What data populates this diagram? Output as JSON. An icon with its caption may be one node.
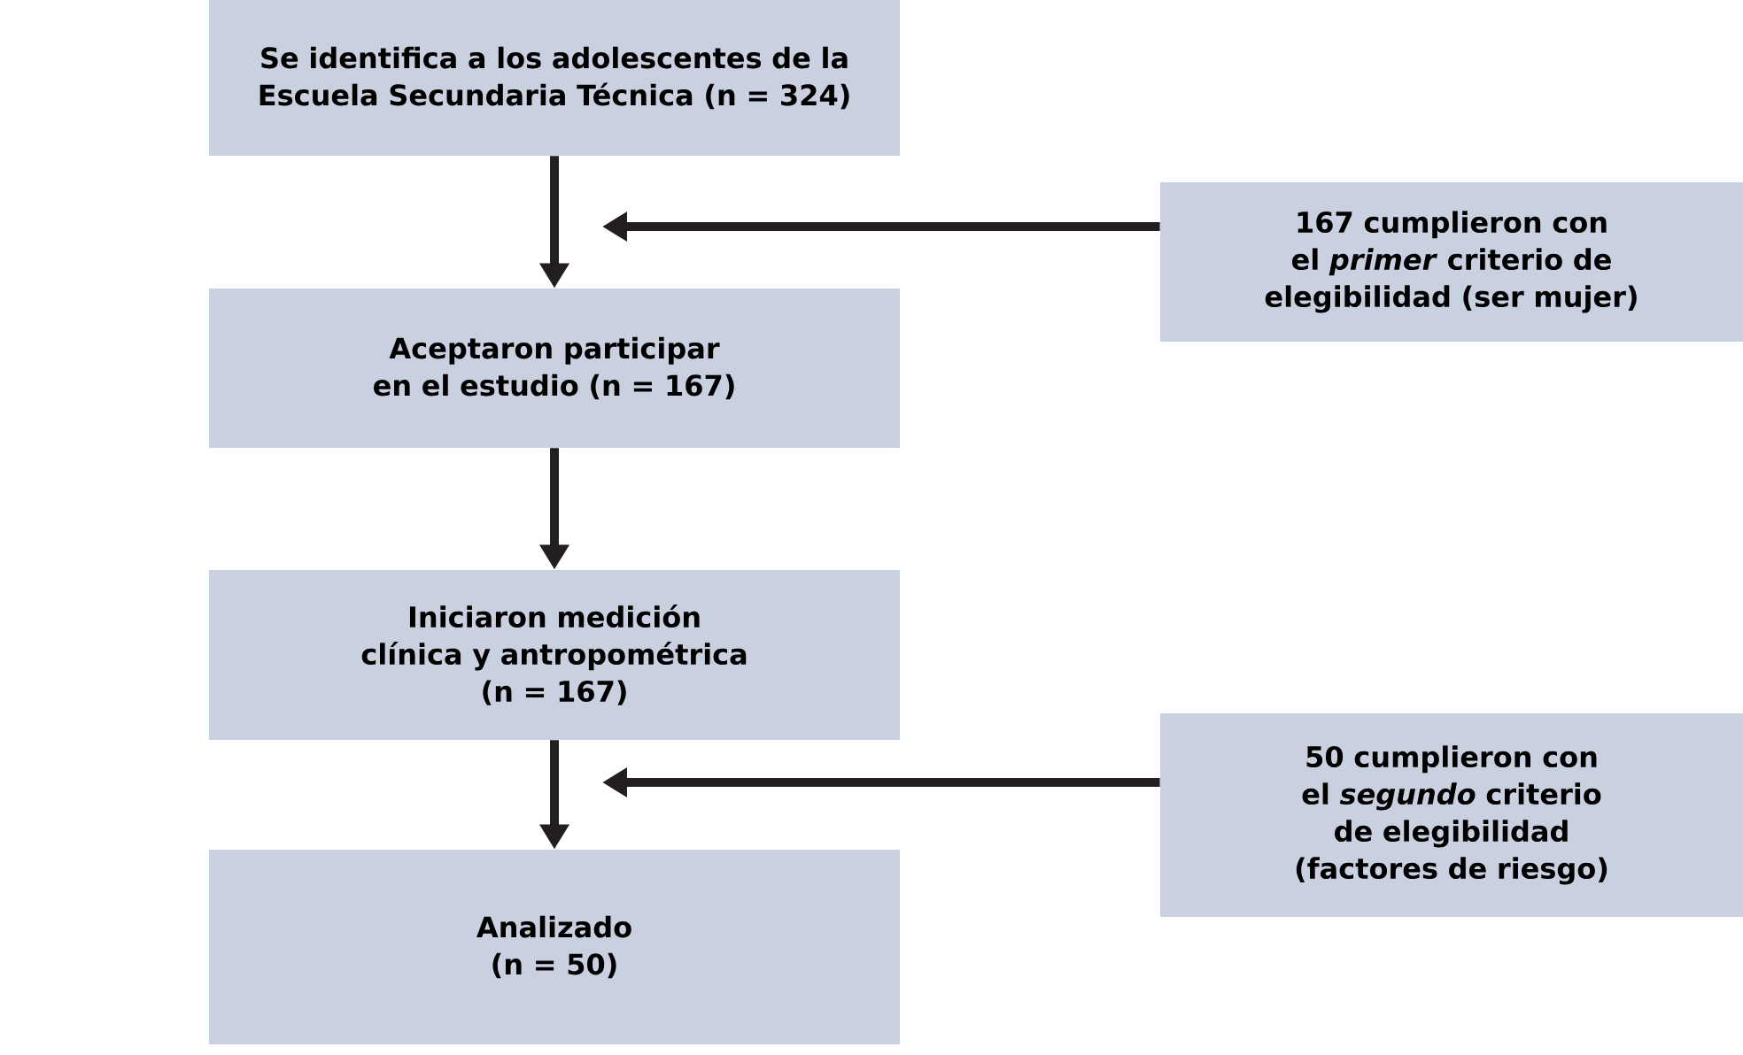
{
  "diagram": {
    "nodes": [
      {
        "text": [
          "Se identifica a los adolescentes de la Escuela Secundaria Técnica (n = 324)"
        ]
      },
      {
        "text": [
          "167 cumplieron con el *primer* criterio de elegibilidad (ser mujer)"
        ]
      },
      {
        "text": [
          "Aceptaron participar en el estudio (n = 167)"
        ]
      },
      {
        "text": [
          "Iniciaron medición clínica y antropométrica (n = 167)"
        ]
      },
      {
        "text": [
          "50 cumplieron con el *segundo* criterio de elegibilidad (factores de riesgo)"
        ]
      },
      {
        "text": [
          "Analizado (n = 50)"
        ]
      }
    ],
    "edges": [
      {
        "from": 0,
        "to": 2,
        "arrow": "to"
      },
      {
        "from": 1,
        "to": null,
        "arrow": "to"
      },
      {
        "from": 2,
        "to": 3,
        "arrow": "to"
      },
      {
        "from": 3,
        "to": 5,
        "arrow": "to"
      },
      {
        "from": 4,
        "to": null,
        "arrow": "to"
      }
    ]
  }
}
